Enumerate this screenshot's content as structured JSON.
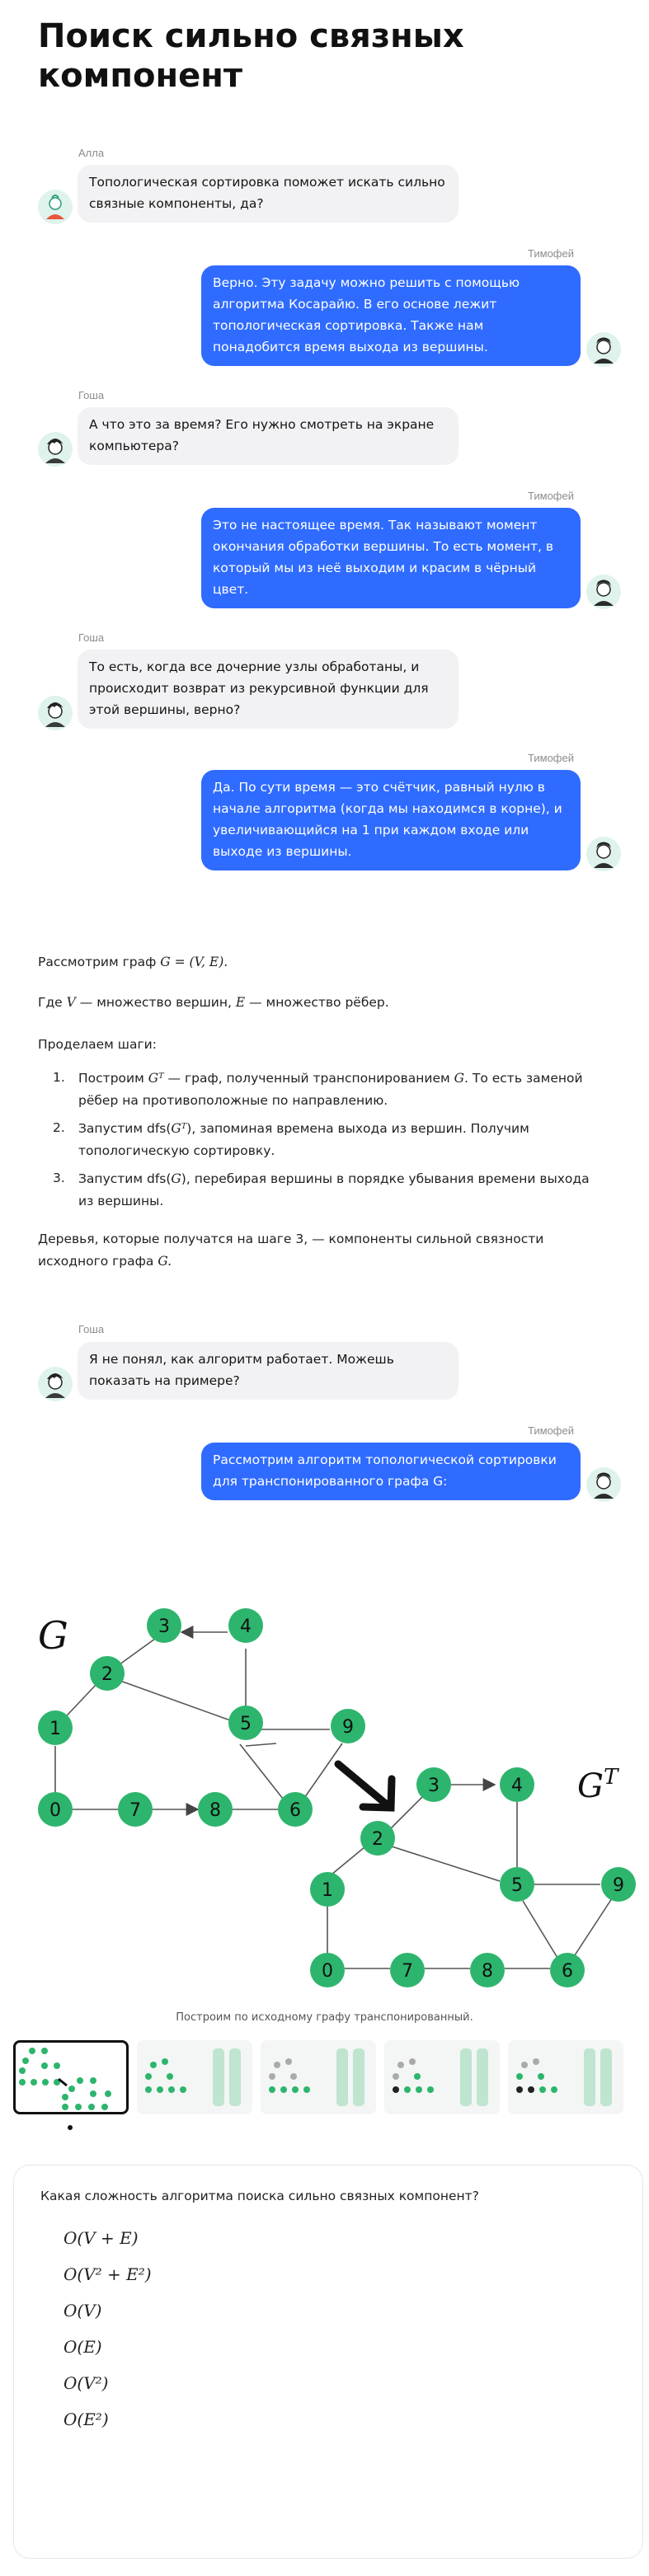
{
  "page_title": "Поиск сильно связных компонент",
  "chat1": [
    {
      "name": "Алла",
      "side": "left",
      "text": "Топологическая сортировка поможет искать сильно связные компоненты, да?"
    },
    {
      "name": "Тимофей",
      "side": "right",
      "text": "Верно. Эту задачу можно решить с помощью алгоритма Косарайю. В его основе лежит топологическая сортировка. Также нам понадобится время выхода из вершины."
    },
    {
      "name": "Гоша",
      "side": "left",
      "text": "А что это за время? Его нужно смотреть на экране компьютера?"
    },
    {
      "name": "Тимофей",
      "side": "right",
      "text": "Это не настоящее время. Так называют момент окончания обработки вершины. То есть момент, в который мы из неё выходим и красим в чёрный цвет."
    },
    {
      "name": "Гоша",
      "side": "left",
      "text": "То есть, когда все дочерние узлы обработаны, и происходит возврат из рекурсивной функции для этой вершины, верно?"
    },
    {
      "name": "Тимофей",
      "side": "right",
      "text": "Да. По сути время — это счётчик, равный нулю в начале алгоритма (когда мы находимся в корне), и увеличивающийся на 1 при каждом входе или выходе из вершины."
    }
  ],
  "body": {
    "p1_prefix": "Рассмотрим граф ",
    "p1_math": "G = (V, E).",
    "p2_a": "Где ",
    "p2_v": "V",
    "p2_b": " — множество вершин, ",
    "p2_e": "E",
    "p2_c": " — множество рёбер.",
    "p3": "Проделаем шаги:",
    "steps": [
      {
        "num": "1.",
        "line1_a": "Построим ",
        "line1_m": "Gᵀ",
        "line1_b": " — граф, полученный транспонированием ",
        "line1_g": "G",
        "line1_c": ". То есть заменой",
        "line2": "рёбер на противоположные по направлению."
      },
      {
        "num": "2.",
        "line1_a": "Запустим dfs(",
        "line1_m": "Gᵀ",
        "line1_b": "), запоминая времена выхода из вершин. Получим",
        "line2": "топологическую сортировку."
      },
      {
        "num": "3.",
        "line1_a": "Запустим dfs(",
        "line1_m": "G",
        "line1_b": "), перебирая вершины в порядке убывания времени выхода",
        "line2": "из вершины."
      }
    ],
    "p4_line1": "Деревья, которые получатся на шаге 3, — компоненты сильной связности",
    "p4_line2_a": "исходного графа ",
    "p4_line2_m": "G."
  },
  "chat2": [
    {
      "name": "Гоша",
      "side": "left",
      "text": "Я не понял, как алгоритм работает. Можешь показать на примере?"
    },
    {
      "name": "Тимофей",
      "side": "right",
      "text": "Рассмотрим алгоритм топологической сортировки для транспонированного графа G:"
    }
  ],
  "graph": {
    "label_g": "G",
    "label_gt": "G",
    "label_gt_sup": "T",
    "node_color": "#2db56d",
    "nodes_g": [
      "3",
      "4",
      "2",
      "1",
      "5",
      "9",
      "0",
      "7",
      "8",
      "6"
    ],
    "nodes_gt": [
      "3",
      "4",
      "2",
      "1",
      "5",
      "9",
      "0",
      "7",
      "8",
      "6"
    ],
    "caption": "Построим по исходному графу транспонированный."
  },
  "quiz": {
    "question": "Какая сложность алгоритма поиска сильно связных компонент?",
    "options": [
      "O(V + E)",
      "O(V² + E²)",
      "O(V)",
      "O(E)",
      "O(V²)",
      "O(E²)"
    ]
  }
}
